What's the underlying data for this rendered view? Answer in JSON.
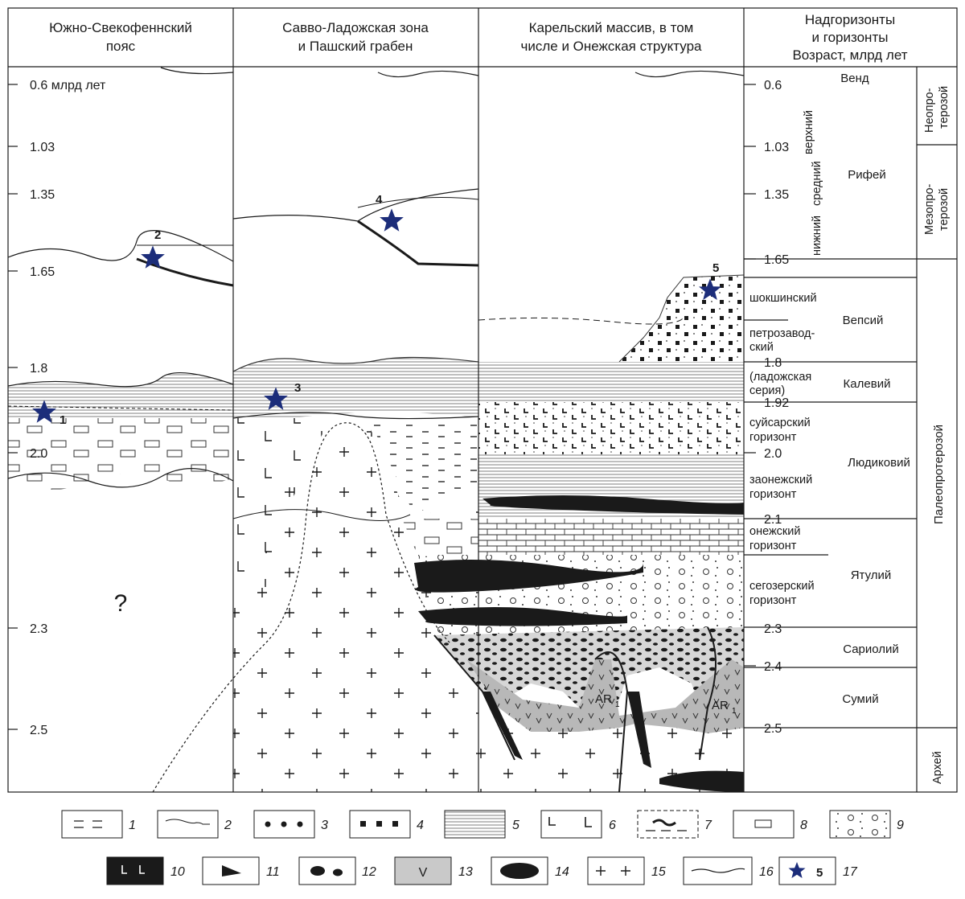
{
  "columns": [
    {
      "line1": "Южно-Свекофеннский",
      "line2": "пояс"
    },
    {
      "line1": "Савво-Ладожская зона",
      "line2": "и Пашский грабен"
    },
    {
      "line1": "Карельский массив, в том",
      "line2": "числе и Онежская структура"
    },
    {
      "line1": "Надгоризонты",
      "line2": "и горизонты",
      "line3": "Возраст, млрд лет"
    }
  ],
  "left_ages": [
    "0.6 млрд лет",
    "1.03",
    "1.35",
    "1.65",
    "1.8",
    "2.0",
    "2.3",
    "2.5"
  ],
  "right_ages": [
    "0.6",
    "1.03",
    "1.35",
    "1.65",
    "1.8",
    "1.92",
    "2.0",
    "2.1",
    "2.3",
    "2.4",
    "2.5"
  ],
  "unknown_mark": "?",
  "riphean_sub": [
    "нижний",
    "средний",
    "верхний"
  ],
  "horizons": {
    "shoksha": "шокшинский",
    "petro1": "петрозавод-",
    "petro2": "ский",
    "ladoga1": "(ладожская",
    "ladoga2": "серия)",
    "suisar1": "суйсарский",
    "suisar2": "горизонт",
    "zaonezh1": "заонежский",
    "zaonezh2": "горизонт",
    "onezh1": "онежский",
    "onezh2": "горизонт",
    "segoz1": "сегозерский",
    "segoz2": "горизонт"
  },
  "superhorizons": {
    "vend": "Венд",
    "riphean": "Рифей",
    "vepsian": "Вепсий",
    "kalevian": "Калевий",
    "ludicovian": "Людиковий",
    "jatulian": "Ятулий",
    "sariolian": "Сариолий",
    "sumian": "Сумий",
    "archean": "Архей"
  },
  "eras": {
    "neo1": "Неопро-",
    "neo2": "терозой",
    "meso1": "Мезопро-",
    "meso2": "терозой",
    "paleo": "Палеопротерозой"
  },
  "archean_label": "AR",
  "archean_sub": "1",
  "stars": [
    "1",
    "2",
    "3",
    "4",
    "5"
  ],
  "legend": [
    "1",
    "2",
    "3",
    "4",
    "5",
    "6",
    "7",
    "8",
    "9",
    "10",
    "11",
    "12",
    "13",
    "14",
    "15",
    "16",
    "17"
  ],
  "legend_star_number": "5",
  "colors": {
    "star": "#1c2d7a",
    "ink": "#1a1a1a",
    "gray": "#c9c9c9",
    "dark_gray": "#9a9a9a"
  }
}
